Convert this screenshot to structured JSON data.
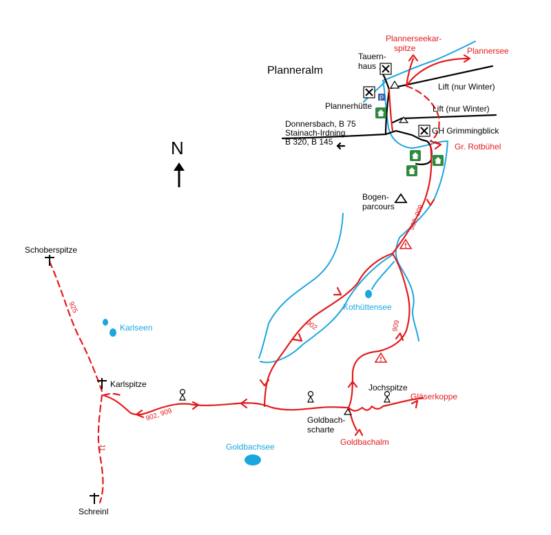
{
  "title": "Planneralm",
  "north": "N",
  "colors": {
    "trail": "#e3191b",
    "water": "#1aa6df",
    "road": "#000000",
    "hut_sign": "#2e8b3e",
    "parking": "#3a5fa8"
  },
  "labels": {
    "plannerseekarspitze": "Plannerseekar-\nspitze",
    "plannersee": "Plannersee",
    "tauernhaus": "Tauern-\nhaus",
    "lift_upper": "Lift (nur Winter)",
    "lift_lower": "Lift (nur Winter)",
    "plannerhuette": "Plannerhütte",
    "road_signpost": "Donnersbach, B 75\nStainach-Irdning\nB 320, B 145",
    "gh_grimmingblick": "GH Grimmingblick",
    "gr_rotbuehel": "Gr. Rotbühel",
    "bogenparcours": "Bogen-\nparcours",
    "kothuettensee": "Kothüttensee",
    "schoberspitze": "Schoberspitze",
    "karlseen": "Karlseen",
    "karlspitze": "Karlspitze",
    "jochspitze": "Jochspitze",
    "glaeserkoppe": "Gläserkoppe",
    "goldbachscharte": "Goldbach-\nscharte",
    "goldbachalm": "Goldbachalm",
    "goldbachsee": "Goldbachsee",
    "schreinl": "Schreinl"
  },
  "trail_numbers": {
    "t902_909_upper": "902, 909",
    "t902": "902",
    "t909": "909",
    "t925": "925",
    "t902_909_lower": "902, 909",
    "t11": "11"
  },
  "icons": {
    "restaurant": "fork-knife-icon",
    "parking": "P",
    "hut": "house-icon",
    "summit": "cross-icon",
    "viewpoint": "signpost-icon",
    "warning": "warning-icon",
    "station": "triangle-icon"
  }
}
